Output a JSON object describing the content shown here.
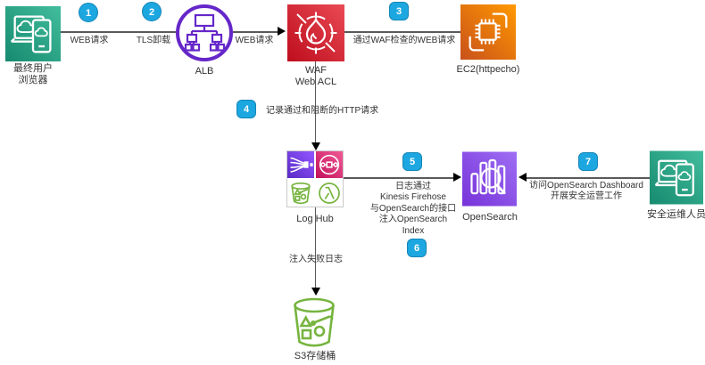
{
  "canvas": {
    "background": "#ffffff"
  },
  "colors": {
    "badge_fill": "#1ca7e0",
    "badge_border": "#1486b8",
    "line": "#595959",
    "client_green_dark": "#178a6f",
    "client_green_light": "#41bd9c",
    "alb_purple": "#6527c9",
    "waf_red_dark": "#bd0d1d",
    "waf_red_light": "#ea4a55",
    "ec2_orange_dark": "#c8511b",
    "ec2_orange_light": "#ff9900",
    "firehose_purple_dark": "#5a2bc5",
    "firehose_purple_light": "#9257ff",
    "pipes_pink_dark": "#c0105a",
    "pipes_pink_light": "#f25a96",
    "opensearch_purple_dark": "#7733d9",
    "opensearch_purple_light": "#9e6ef3",
    "s3_green": "#76b43f"
  },
  "nodes": {
    "client": {
      "label": [
        "最终用户",
        "浏览器"
      ]
    },
    "alb": {
      "label": "ALB"
    },
    "waf": {
      "label": [
        "WAF",
        "Web ACL"
      ]
    },
    "ec2": {
      "label": "EC2(httpecho)"
    },
    "loghub": {
      "label": "Log Hub"
    },
    "opensearch": {
      "label": "OpenSearch"
    },
    "ops": {
      "label": "安全运维人员"
    },
    "s3": {
      "label": "S3存储桶"
    }
  },
  "edges": {
    "client_alb": {
      "badge1": "1",
      "label1": "WEB请求",
      "badge2": "2",
      "label2": "TLS卸载"
    },
    "alb_waf": {
      "label": "WEB请求"
    },
    "waf_ec2": {
      "badge": "3",
      "label": "通过WAF检查的WEB请求"
    },
    "waf_loghub": {
      "badge": "4",
      "label": "记录通过和阻断的HTTP请求"
    },
    "loghub_opensearch": {
      "badge_start": "5",
      "badge_end": "6",
      "label_lines": [
        "日志通过",
        "Kinesis Firehose",
        "与OpenSearch的接口",
        "注入OpenSearch",
        "Index"
      ]
    },
    "ops_opensearch": {
      "badge": "7",
      "label_lines": [
        "访问OpenSearch Dashboard",
        "开展安全运营工作"
      ]
    },
    "loghub_s3": {
      "label": "注入失败日志"
    }
  }
}
